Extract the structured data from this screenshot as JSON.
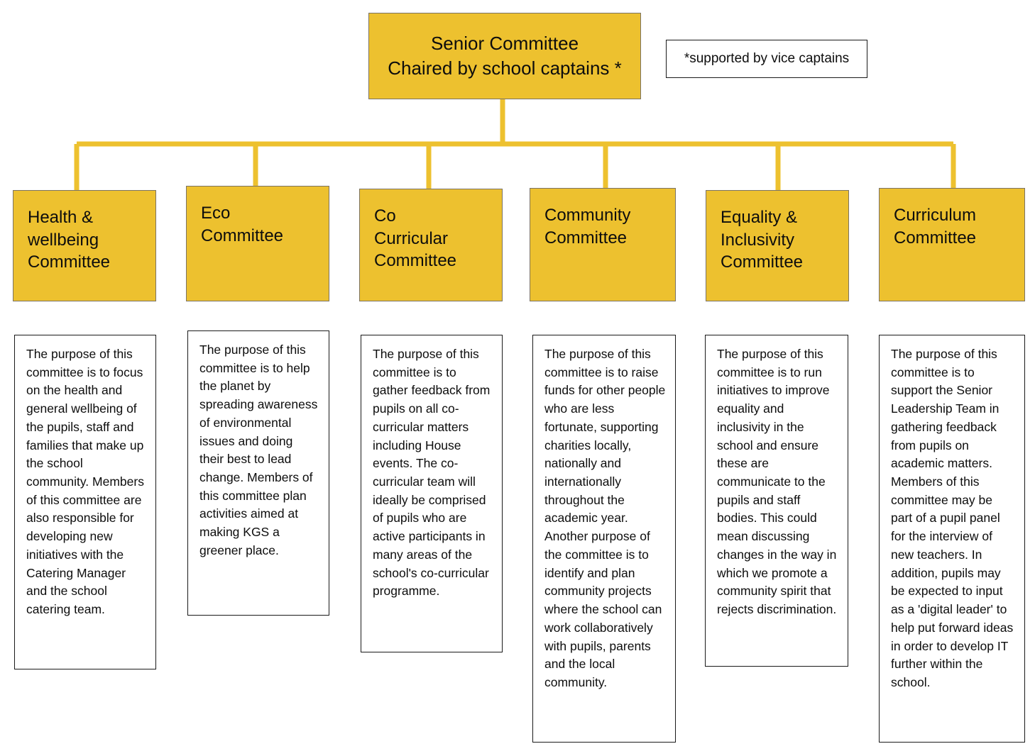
{
  "diagram": {
    "title_root": {
      "line1": "Senior Committee",
      "line2": "Chaired by school captains *"
    },
    "footnote": "*supported by vice captains",
    "committees": [
      {
        "name": "Health &\nwellbeing\nCommittee",
        "description": "The purpose of this committee is to focus on the health and general wellbeing of the pupils, staff and families that make up the school community. Members of this committee are also responsible for developing new initiatives with the Catering Manager and the school catering team."
      },
      {
        "name": "Eco\nCommittee",
        "description": "The purpose of this committee is to help the planet by spreading awareness of environmental issues and doing their best to lead change. Members of this committee plan activities aimed at making KGS a greener place."
      },
      {
        "name": "Co\nCurricular\nCommittee",
        "description": "The purpose of this committee is to gather feedback from pupils on all co-curricular matters including House events. The co-curricular team will ideally be comprised of pupils who are active participants in many areas of the school's co-curricular programme."
      },
      {
        "name": "Community\nCommittee",
        "description": "The purpose of this committee is to raise funds for other people who are less fortunate, supporting charities locally, nationally and internationally throughout the academic year. Another purpose of the committee is to identify and plan community projects where the school can work collaboratively with pupils, parents and the local community."
      },
      {
        "name": "Equality &\nInclusivity\nCommittee",
        "description": "The purpose of this committee is to run initiatives to improve equality and inclusivity in the school and ensure these are communicate to the pupils and staff bodies. This could mean discussing changes in the way in which we promote a community spirit that rejects discrimination."
      },
      {
        "name": "Curriculum\nCommittee",
        "description": "The purpose of this committee is to support the Senior Leadership Team in gathering feedback from pupils on academic matters. Members of this committee may be part of a pupil panel for the interview of new teachers. In addition, pupils may be expected to input as a 'digital leader' to help put forward ideas in order to develop IT further within the school."
      }
    ],
    "colors": {
      "box_fill": "#EDC12F",
      "connector": "#EDC12F",
      "box_border": "#7c7363",
      "text_border": "#1a1a1a",
      "text": "#0d0d0d",
      "background": "#ffffff"
    }
  }
}
